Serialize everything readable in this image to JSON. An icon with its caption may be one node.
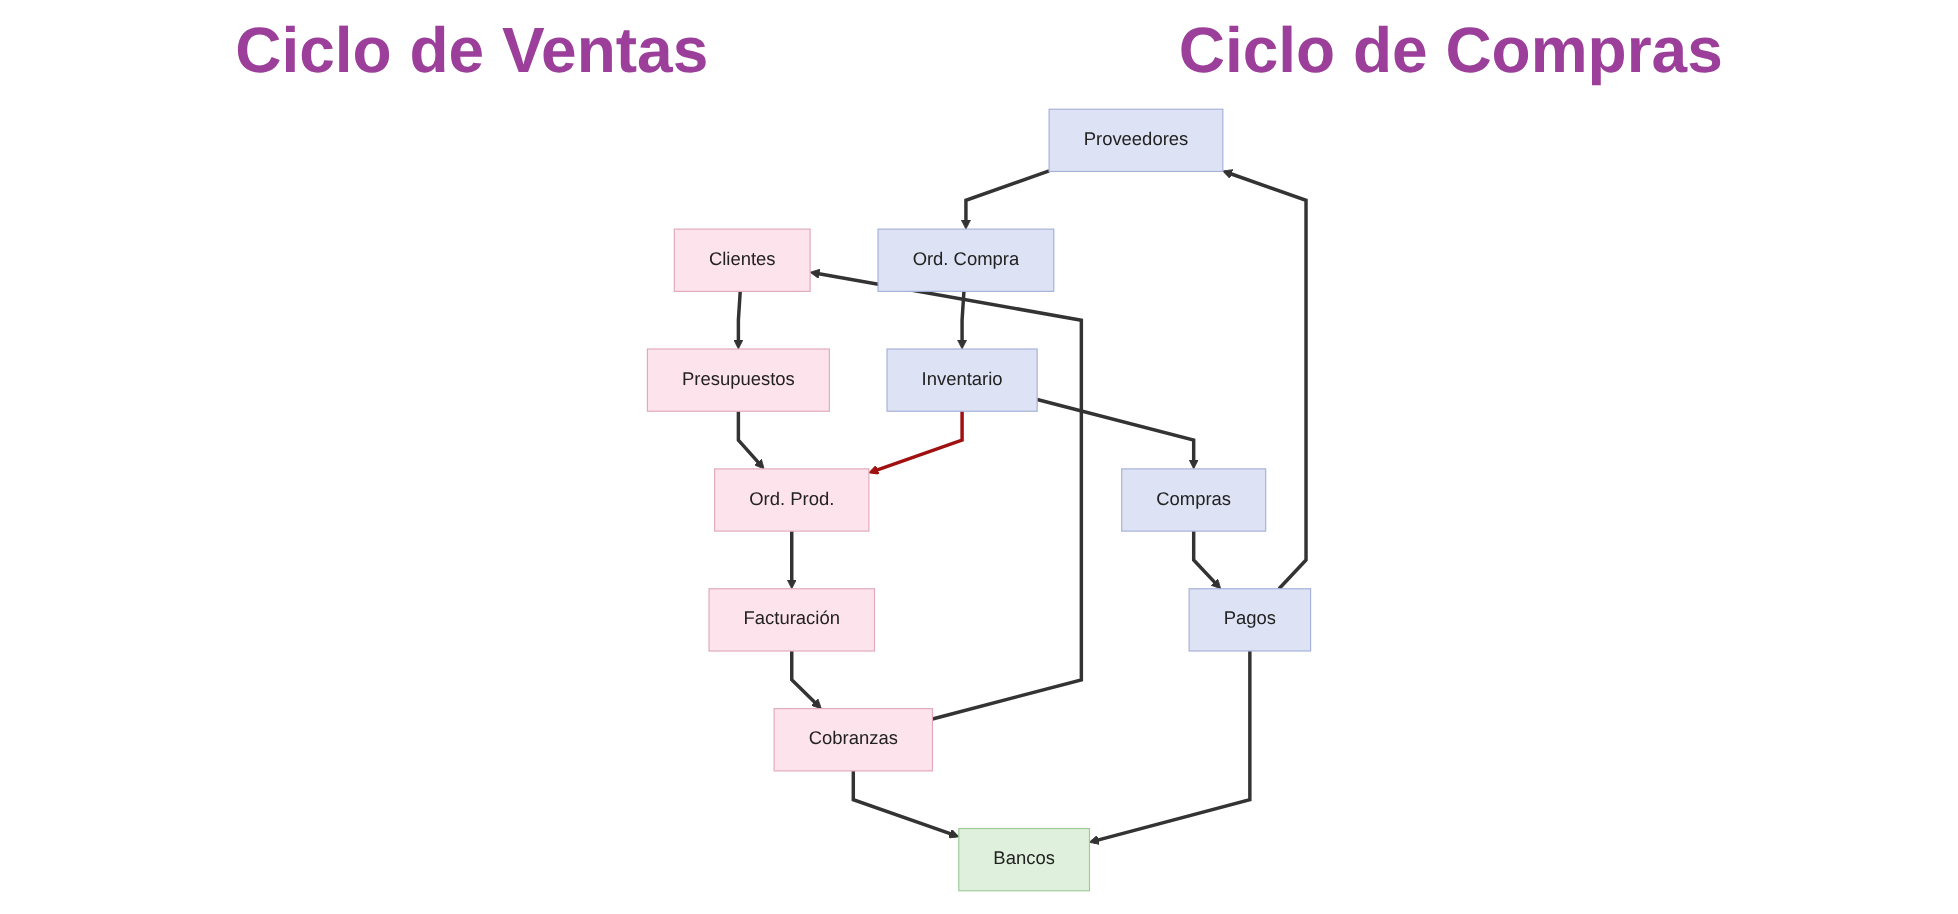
{
  "diagram": {
    "nodes": [
      {
        "text": [
          "Clientes"
        ]
      },
      {
        "text": [
          "Presupuestos"
        ]
      },
      {
        "text": [
          "Ord. Prod."
        ]
      },
      {
        "text": [
          "Facturación"
        ]
      },
      {
        "text": [
          "Cobranzas"
        ]
      },
      {
        "text": [
          "Proveedores"
        ]
      },
      {
        "text": [
          "Ord. Compra"
        ]
      },
      {
        "text": [
          "Inventario"
        ]
      },
      {
        "text": [
          "Compras"
        ]
      },
      {
        "text": [
          "Pagos"
        ]
      },
      {
        "text": [
          "Bancos"
        ]
      }
    ],
    "edges": [
      {
        "from": 0,
        "to": 1,
        "arrow": "to"
      },
      {
        "from": 1,
        "to": 2,
        "arrow": "to"
      },
      {
        "from": 2,
        "to": 3,
        "arrow": "to"
      },
      {
        "from": 3,
        "to": 4,
        "arrow": "to"
      },
      {
        "from": 4,
        "to": 0,
        "arrow": "to"
      },
      {
        "from": 5,
        "to": 6,
        "arrow": "to"
      },
      {
        "from": 6,
        "to": 7,
        "arrow": "to"
      },
      {
        "from": 7,
        "to": 8,
        "arrow": "to"
      },
      {
        "from": 8,
        "to": 9,
        "arrow": "to"
      },
      {
        "from": 9,
        "to": 5,
        "arrow": "to"
      },
      {
        "from": 7,
        "to": 2,
        "arrow": "to",
        "color": "#a01010"
      },
      {
        "from": 4,
        "to": 10,
        "arrow": "to"
      },
      {
        "from": 9,
        "to": 10,
        "arrow": "to"
      }
    ],
    "labels": [
      "Ciclo de Ventas",
      "Ciclo de Compras"
    ]
  }
}
